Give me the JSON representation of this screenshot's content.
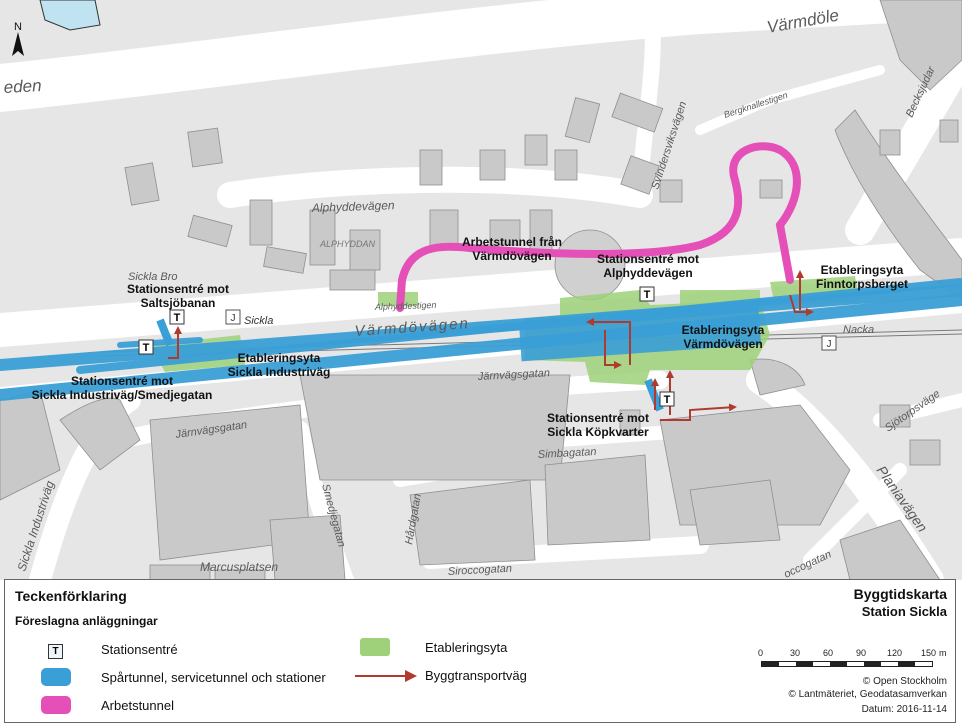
{
  "streets": {
    "varmdoleden_top": "Värmdöle",
    "leden": "eden",
    "svindersviksvagen": "Svindersviksvägen",
    "bergknallestigen": "Bergknallestigen",
    "becksjudarv": "Becksjudar",
    "alphyddevagen": "Alphyddevägen",
    "alphyddan": "ALPHYDDAN",
    "sickla_bro": "Sickla Bro",
    "alphyddestigen": "Alphyddestigen",
    "varmdovagen": "Värmdövägen",
    "jarnvagsgatan_mid": "Järnvägsgatan",
    "jarnvagsgatan_left": "Järnvägsgatan",
    "nacka": "Nacka",
    "sickla": "Sickla",
    "sjotorpsvagen": "Sjötorpsväge",
    "planiavagen": "Planiavägen",
    "simbagatan": "Simbagatan",
    "smedjegatan": "Smedjegatan",
    "hardgatan": "Hårdgatan",
    "siroccogatan": "Siroccogatan",
    "occogatan": "occogatan",
    "marcusplatsen": "Marcusplatsen",
    "sickla_industrivag": "Sickla Industriväg"
  },
  "callouts": {
    "saltsjobanan": [
      "Stationsentré mot",
      "Saltsjöbanan"
    ],
    "industrivag_smedjegatan": [
      "Stationsentré mot",
      "Sickla Industriväg/Smedjegatan"
    ],
    "etabl_industrivag": [
      "Etableringsyta",
      "Sickla Industriväg"
    ],
    "arbetstunnel": [
      "Arbetstunnel från",
      "Värmdövägen"
    ],
    "alphyddevagen": [
      "Stationsentré mot",
      "Alphyddevägen"
    ],
    "etabl_finntorp": [
      "Etableringsyta",
      "Finntorpsberget"
    ],
    "etabl_varmdovagen": [
      "Etableringsyta",
      "Värmdövägen"
    ],
    "kopkvarter": [
      "Stationsentré mot",
      "Sickla Köpkvarter"
    ]
  },
  "entrance_symbol": "T",
  "north_label": "N",
  "colors": {
    "background": "#e6e6e6",
    "road": "#ffffff",
    "building": "#c9c9c9",
    "tunnel": "#3a9fd6",
    "work_tunnel": "#e44fb8",
    "site_area": "#9ed17a",
    "transport_arrow": "#b03a2e"
  },
  "legend": {
    "title": "Teckenförklaring",
    "subtitle": "Föreslagna anläggningar",
    "items": {
      "station_entrance": "Stationsentré",
      "tunnels": "Spårtunnel, servicetunnel och stationer",
      "work_tunnel": "Arbetstunnel",
      "site_area": "Etableringsyta",
      "transport_route": "Byggtransportväg"
    },
    "map_title": "Byggtidskarta",
    "map_subtitle": "Station Sickla",
    "scale_ticks": [
      "0",
      "30",
      "60",
      "90",
      "120",
      "150"
    ],
    "scale_unit": "m",
    "credit_1": "© Open Stockholm",
    "credit_2": "© Lantmäteriet, Geodatasamverkan",
    "date": "Datum: 2016-11-14"
  }
}
